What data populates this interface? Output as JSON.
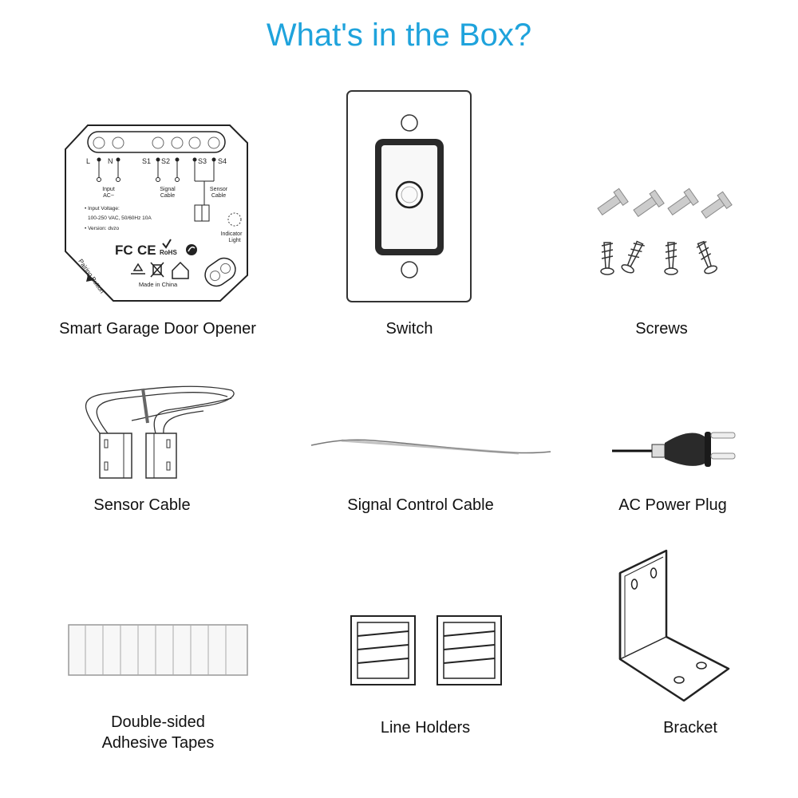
{
  "page": {
    "title": "What's in the Box?",
    "accent_color": "#1fa3dc"
  },
  "items": [
    {
      "label": "Smart Garage Door Opener",
      "icon": "garage-door-opener-module-icon"
    },
    {
      "label": "Switch",
      "icon": "wall-switch-icon"
    },
    {
      "label": "Screws",
      "icon": "screws-icon"
    },
    {
      "label": "Sensor Cable",
      "icon": "sensor-cable-icon"
    },
    {
      "label": "Signal Control Cable",
      "icon": "signal-cable-icon"
    },
    {
      "label": "AC Power Plug",
      "icon": "ac-power-plug-icon"
    },
    {
      "label_line1": "Double-sided",
      "label_line2": "Adhesive Tapes",
      "icon": "adhesive-tape-icon"
    },
    {
      "label": "Line Holders",
      "icon": "line-holder-icon"
    },
    {
      "label": "Bracket",
      "icon": "bracket-icon"
    }
  ],
  "module": {
    "terminals": [
      "L",
      "N",
      "S1",
      "S2",
      "S3",
      "S4"
    ],
    "input_label_1": "Input",
    "input_label_2": "AC~",
    "signal_label_1": "Signal",
    "signal_label_2": "Cable",
    "sensor_label_1": "Sensor",
    "sensor_label_2": "Cable",
    "spec_voltage_label": "• Input Voltage:",
    "spec_voltage_value": "100-250 VAC, 50/60Hz 10A",
    "spec_version": "• Version: dvzo",
    "indicator_1": "Indicator",
    "indicator_2": "Light",
    "cert_fc": "FC",
    "cert_ce": "CE",
    "cert_rohs": "RoHS",
    "made_in": "Made in China",
    "pairing_button": "Pairing Button"
  }
}
